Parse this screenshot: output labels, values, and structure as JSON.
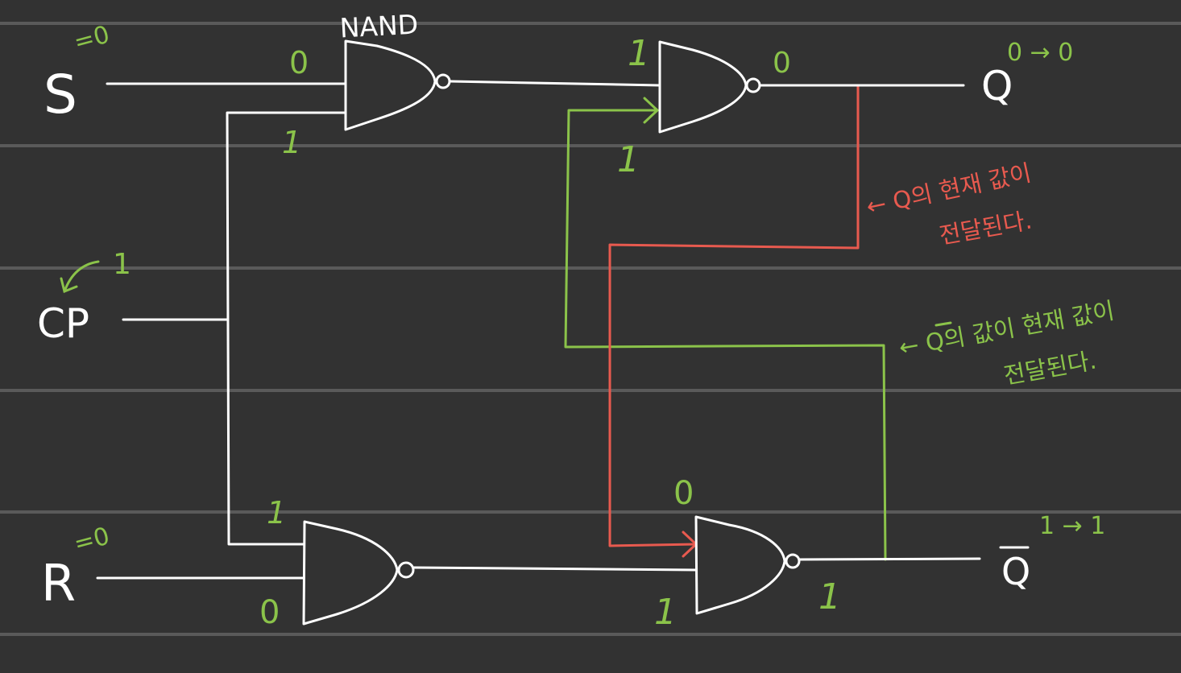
{
  "colors": {
    "background": "#323232",
    "ruled_line": "#5a5a5a",
    "wire": "#ffffff",
    "annotation_green": "#8bc34a",
    "annotation_red": "#e85a4f"
  },
  "gate_label": "NAND",
  "inputs": {
    "s": {
      "name": "S",
      "value": "=0"
    },
    "cp": {
      "name": "CP",
      "value": "1"
    },
    "r": {
      "name": "R",
      "value": "=0"
    }
  },
  "outputs": {
    "q": {
      "name": "Q",
      "transition": "0 → 0"
    },
    "qbar": {
      "name": "Q",
      "transition": "1 → 1"
    }
  },
  "wire_values": {
    "s_in": "0",
    "cp_top": "1",
    "cp_bottom": "1",
    "r_in": "0",
    "g1_out": "1",
    "g3_fb": "1",
    "q_out": "0",
    "g4_top": "0",
    "g4_in": "1",
    "qbar_out": "1"
  },
  "notes": {
    "red_line1": "← Q의 현재 값이",
    "red_line2": "전달된다.",
    "green_line1": "← Q의 값이 현재 값이",
    "green_line2": "전달된다."
  }
}
